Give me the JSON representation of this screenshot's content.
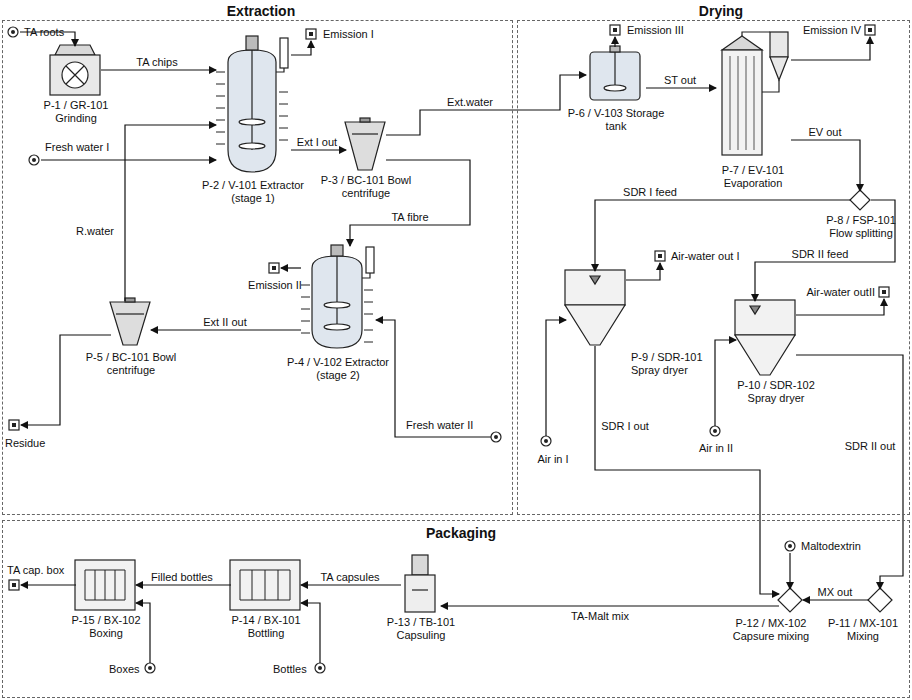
{
  "diagram": {
    "nodes": [
      {
        "text": [
          "Extraction"
        ]
      },
      {
        "text": [
          "Drying"
        ]
      },
      {
        "text": [
          "Packaging"
        ]
      },
      {
        "text": [
          "P-1 / GR-101 Grinding"
        ],
        "in": 0
      },
      {
        "text": [
          "P-2 / V-101 Extractor (stage 1)"
        ],
        "in": 0
      },
      {
        "text": [
          "P-3 / BC-101 Bowl centrifuge"
        ],
        "in": 0
      },
      {
        "text": [
          "P-4 / V-102 Extractor (stage 2)"
        ],
        "in": 0
      },
      {
        "text": [
          "P-5 / BC-101 Bowl centrifuge"
        ],
        "in": 0
      },
      {
        "text": [
          "TA roots"
        ],
        "in": 0
      },
      {
        "text": [
          "Fresh water I"
        ],
        "in": 0
      },
      {
        "text": [
          "Emission I"
        ],
        "in": 0
      },
      {
        "text": [
          "Emission II"
        ],
        "in": 0
      },
      {
        "text": [
          "Fresh water II"
        ],
        "in": 0
      },
      {
        "text": [
          "Residue"
        ],
        "in": 0
      },
      {
        "text": [
          "P-6 / V-103 Storage tank"
        ],
        "in": 1
      },
      {
        "text": [
          "P-7 / EV-101 Evaporation"
        ],
        "in": 1
      },
      {
        "text": [
          "P-8 / FSP-101 Flow splitting"
        ],
        "in": 1
      },
      {
        "text": [
          "P-9 / SDR-101 Spray dryer"
        ],
        "in": 1
      },
      {
        "text": [
          "P-10 / SDR-102 Spray dryer"
        ],
        "in": 1
      },
      {
        "text": [
          "Emission III"
        ],
        "in": 1
      },
      {
        "text": [
          "Emission IV"
        ],
        "in": 1
      },
      {
        "text": [
          "Air-water out I"
        ],
        "in": 1
      },
      {
        "text": [
          "Air-water outII"
        ],
        "in": 1
      },
      {
        "text": [
          "Air in I"
        ],
        "in": 1
      },
      {
        "text": [
          "Air in II"
        ],
        "in": 1
      },
      {
        "text": [
          "P-11 / MX-101 Mixing"
        ],
        "in": 2
      },
      {
        "text": [
          "P-12 / MX-102 Capsure mixing"
        ],
        "in": 2
      },
      {
        "text": [
          "P-13 / TB-101 Capsuling"
        ],
        "in": 2
      },
      {
        "text": [
          "P-14 / BX-101 Bottling"
        ],
        "in": 2
      },
      {
        "text": [
          "P-15 / BX-102 Boxing"
        ],
        "in": 2
      },
      {
        "text": [
          "Maltodextrin"
        ],
        "in": 2
      },
      {
        "text": [
          "Bottles"
        ],
        "in": 2
      },
      {
        "text": [
          "Boxes"
        ],
        "in": 2
      },
      {
        "text": [
          "TA cap. box"
        ],
        "in": 2
      }
    ],
    "edges": [
      {
        "from": 8,
        "to": 3,
        "arrow": "to"
      },
      {
        "from": 3,
        "to": 4,
        "label": "TA chips",
        "arrow": "to"
      },
      {
        "from": 9,
        "to": 4,
        "arrow": "to"
      },
      {
        "from": 4,
        "to": 10,
        "arrow": "to"
      },
      {
        "from": 4,
        "to": 5,
        "label": "Ext I out",
        "arrow": "to"
      },
      {
        "from": 5,
        "to": 14,
        "label": "Ext.water",
        "arrow": "to"
      },
      {
        "from": 5,
        "to": 6,
        "label": "TA fibre",
        "arrow": "to"
      },
      {
        "from": 12,
        "to": 6,
        "arrow": "to"
      },
      {
        "from": 6,
        "to": 11,
        "arrow": "to"
      },
      {
        "from": 6,
        "to": 7,
        "label": "Ext II out",
        "arrow": "to"
      },
      {
        "from": 7,
        "to": 4,
        "label": "R.water",
        "arrow": "to"
      },
      {
        "from": 7,
        "to": 13,
        "arrow": "to"
      },
      {
        "from": 14,
        "to": 19,
        "arrow": "to"
      },
      {
        "from": 14,
        "to": 15,
        "label": "ST out",
        "arrow": "to"
      },
      {
        "from": 15,
        "to": 20,
        "arrow": "to"
      },
      {
        "from": 15,
        "to": 16,
        "label": "EV out",
        "arrow": "to"
      },
      {
        "from": 16,
        "to": 17,
        "label": "SDR I feed",
        "arrow": "to"
      },
      {
        "from": 16,
        "to": 18,
        "label": "SDR II feed",
        "arrow": "to"
      },
      {
        "from": 17,
        "to": 21,
        "arrow": "to"
      },
      {
        "from": 18,
        "to": 22,
        "arrow": "to"
      },
      {
        "from": 23,
        "to": 17,
        "arrow": "to"
      },
      {
        "from": 24,
        "to": 18,
        "arrow": "to"
      },
      {
        "from": 17,
        "to": 26,
        "label": "SDR I out",
        "arrow": "to"
      },
      {
        "from": 18,
        "to": 25,
        "label": "SDR II out",
        "arrow": "to"
      },
      {
        "from": 25,
        "to": 26,
        "label": "MX out",
        "arrow": "to"
      },
      {
        "from": 30,
        "to": 26,
        "arrow": "to"
      },
      {
        "from": 26,
        "to": 27,
        "label": "TA-Malt mix",
        "arrow": "to"
      },
      {
        "from": 27,
        "to": 28,
        "label": "TA capsules",
        "arrow": "to"
      },
      {
        "from": 31,
        "to": 28,
        "arrow": "to"
      },
      {
        "from": 28,
        "to": 29,
        "label": "Filled bottles",
        "arrow": "to"
      },
      {
        "from": 32,
        "to": 29,
        "arrow": "to"
      },
      {
        "from": 29,
        "to": 33,
        "arrow": "to"
      }
    ]
  }
}
